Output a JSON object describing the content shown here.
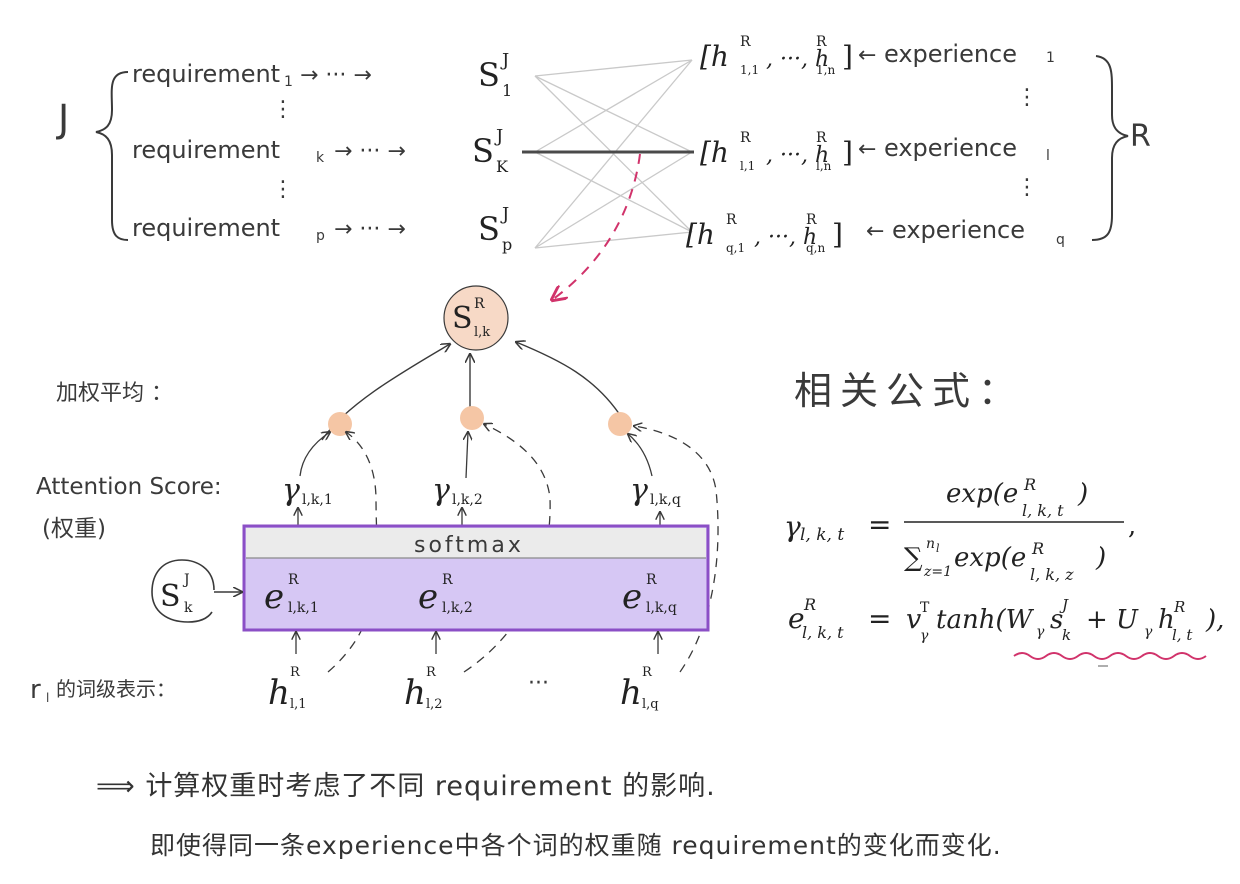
{
  "top": {
    "J_label": "J",
    "R_label": "R",
    "requirements": [
      {
        "text": "requirement",
        "sub": "1",
        "arrow": "→ ··· →",
        "s": "S",
        "s_sup": "J",
        "s_sub": "1"
      },
      {
        "text": "requirement",
        "sub": "k",
        "arrow": "→ ··· →",
        "s": "S",
        "s_sup": "J",
        "s_sub": "K"
      },
      {
        "text": "requirement",
        "sub": "p",
        "arrow": "→ ··· →",
        "s": "S",
        "s_sup": "J",
        "s_sub": "p"
      }
    ],
    "experiences": [
      {
        "vec_open": "[h",
        "vec_sup": "R",
        "vec_sub": "1,1",
        "mid": ", ···, h",
        "end_sup": "R",
        "end_sub": "1,n",
        "vec_close": "]",
        "arrow": "←",
        "text": "experience",
        "sub": "1"
      },
      {
        "vec_open": "[h",
        "vec_sup": "R",
        "vec_sub": "l,1",
        "mid": ", ···, h",
        "end_sup": "R",
        "end_sub": "l,n",
        "vec_close": "]",
        "arrow": "←",
        "text": "experience",
        "sub": "l"
      },
      {
        "vec_open": "[h",
        "vec_sup": "R",
        "vec_sub": "q,1",
        "mid": ", ···, h",
        "end_sup": "R",
        "end_sub": "q,n",
        "vec_close": "]",
        "arrow": "←",
        "text": "experience",
        "sub": "q"
      }
    ],
    "vdots": "⋮"
  },
  "middle": {
    "score_node": {
      "base": "S",
      "sup": "R",
      "sub": "l,k"
    },
    "weighted_avg_label": "加权平均  ：",
    "attention_label_1": "Attention Score:",
    "attention_label_2": "(权重)",
    "gammas": [
      {
        "base": "γ",
        "sub": "l,k,1"
      },
      {
        "base": "γ",
        "sub": "l,k,2"
      },
      {
        "base": "γ",
        "sub": "l,k,q"
      }
    ],
    "softmax_label": "softmax",
    "sk_input": {
      "base": "S",
      "sup": "J",
      "sub": "k"
    },
    "energies": [
      {
        "base": "e",
        "sup": "R",
        "sub": "l,k,1"
      },
      {
        "base": "e",
        "sup": "R",
        "sub": "l,k,2"
      },
      {
        "base": "e",
        "sup": "R",
        "sub": "l,k,q"
      }
    ],
    "rl_label": "r",
    "rl_sub": "l",
    "rl_suffix": " 的词级表示：",
    "hidden": [
      {
        "base": "h",
        "sup": "R",
        "sub": "l,1"
      },
      {
        "base": "h",
        "sup": "R",
        "sub": "l,2"
      },
      {
        "base": "h",
        "sup": "R",
        "sub": "l,q"
      }
    ],
    "hidden_dots": "···"
  },
  "formulas": {
    "heading": "相关公式：",
    "f1_lhs": "γ",
    "f1_lhs_sub": "l, k, t",
    "f1_eq": "=",
    "f1_num": "exp(e",
    "f1_num_sup": "R",
    "f1_num_sub": "l, k, t",
    "f1_num_close": ")",
    "f1_den_sum": "∑",
    "f1_den_sum_sup": "n",
    "f1_den_sum_sup_sub": "l",
    "f1_den_sum_sub": "z=1",
    "f1_den": "exp(e",
    "f1_den_sup": "R",
    "f1_den_sub": "l, k, z",
    "f1_den_close": ")",
    "f1_comma": ",",
    "f2_lhs": "e",
    "f2_lhs_sup": "R",
    "f2_lhs_sub": "l, k, t",
    "f2_eq": "=",
    "f2_v": "v",
    "f2_v_sup": "T",
    "f2_v_sub": "γ",
    "f2_tanh": "tanh(W",
    "f2_w_sub": "γ",
    "f2_s": "s",
    "f2_s_sup": "J",
    "f2_s_sub": "k",
    "f2_plus": "+ U",
    "f2_u_sub": "γ",
    "f2_h": "h",
    "f2_h_sup": "R",
    "f2_h_sub": "l, t",
    "f2_close": "),"
  },
  "notes": {
    "line1_arrow": "⟹",
    "line1": "计算权重时考虑了不同 requirement 的影响.",
    "line2": "即使得同一条experience中各个词的权重随 requirement的变化而变化."
  },
  "colors": {
    "ink": "#3a3a3a",
    "purple_fill": "#d6c7f4",
    "purple_border": "#8b4fc6",
    "softmax_fill": "#ebebeb",
    "orange_node": "#f7d9c6",
    "orange_dot": "#f5c6a5",
    "pink_dash": "#d1336b",
    "gray_line": "#c9c9c9"
  }
}
